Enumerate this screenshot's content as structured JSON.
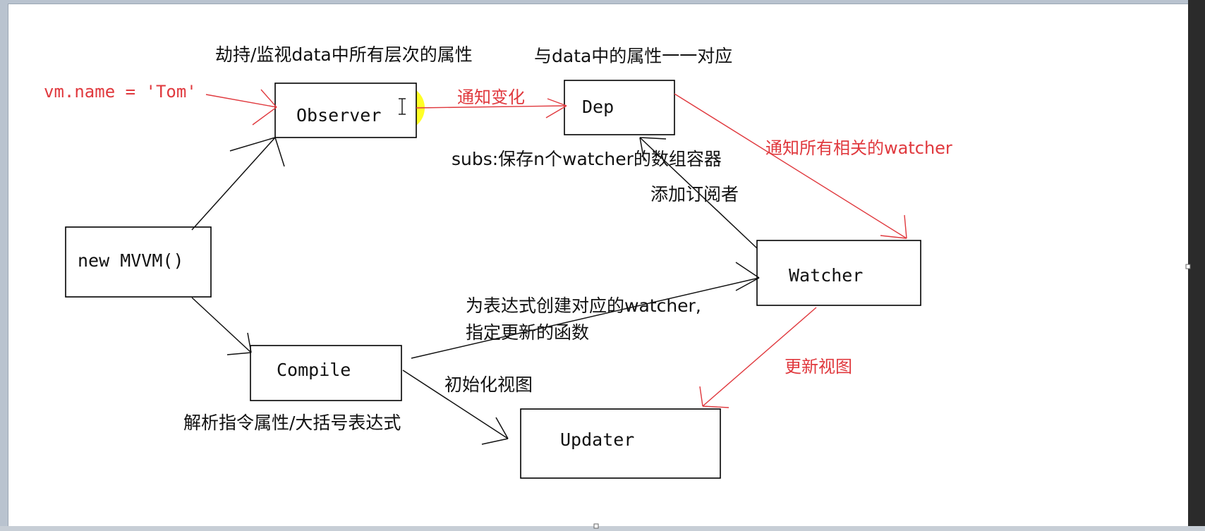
{
  "diagram": {
    "nodes": {
      "observer": "Observer",
      "dep": "Dep",
      "watcher": "Watcher",
      "mvvm": "new MVVM()",
      "compile": "Compile",
      "updater": "Updater"
    },
    "labels": {
      "observer_note": "劫持/监视data中所有层次的属性",
      "dep_note": "与data中的属性一一对应",
      "vm_assign": "vm.name = 'Tom'",
      "notify_change": "通知变化",
      "subs_note": "subs:保存n个watcher的数组容器",
      "notify_watchers": "通知所有相关的watcher",
      "add_subscriber": "添加订阅者",
      "create_watcher_1": "为表达式创建对应的watcher,",
      "create_watcher_2": "指定更新的函数",
      "init_view": "初始化视图",
      "update_view": "更新视图",
      "compile_note": "解析指令属性/大括号表达式"
    },
    "colors": {
      "red": "#e0393e",
      "line": "#111111",
      "highlight": "#ffff00"
    },
    "cursor_icon": "text-cursor-icon"
  }
}
